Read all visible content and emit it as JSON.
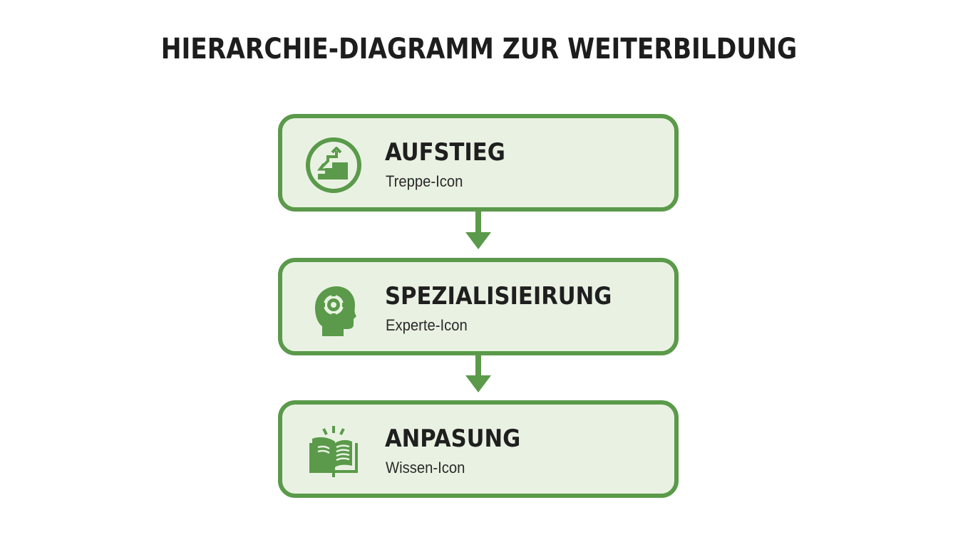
{
  "title": "HIERARCHIE-DIAGRAMM ZUR WEITERBILDUNG",
  "colors": {
    "accent": "#5a9a4a",
    "box_fill": "#e9f2e2",
    "text": "#1f1f1f"
  },
  "levels": [
    {
      "title": "AUFSTIEG",
      "subtitle": "Treppe-Icon",
      "icon": "stairs-icon"
    },
    {
      "title": "SPEZIALISIEIRUNG",
      "subtitle": "Experte-Icon",
      "icon": "head-gear-icon"
    },
    {
      "title": "ANPASUNG",
      "subtitle": "Wissen-Icon",
      "icon": "open-book-icon"
    }
  ]
}
